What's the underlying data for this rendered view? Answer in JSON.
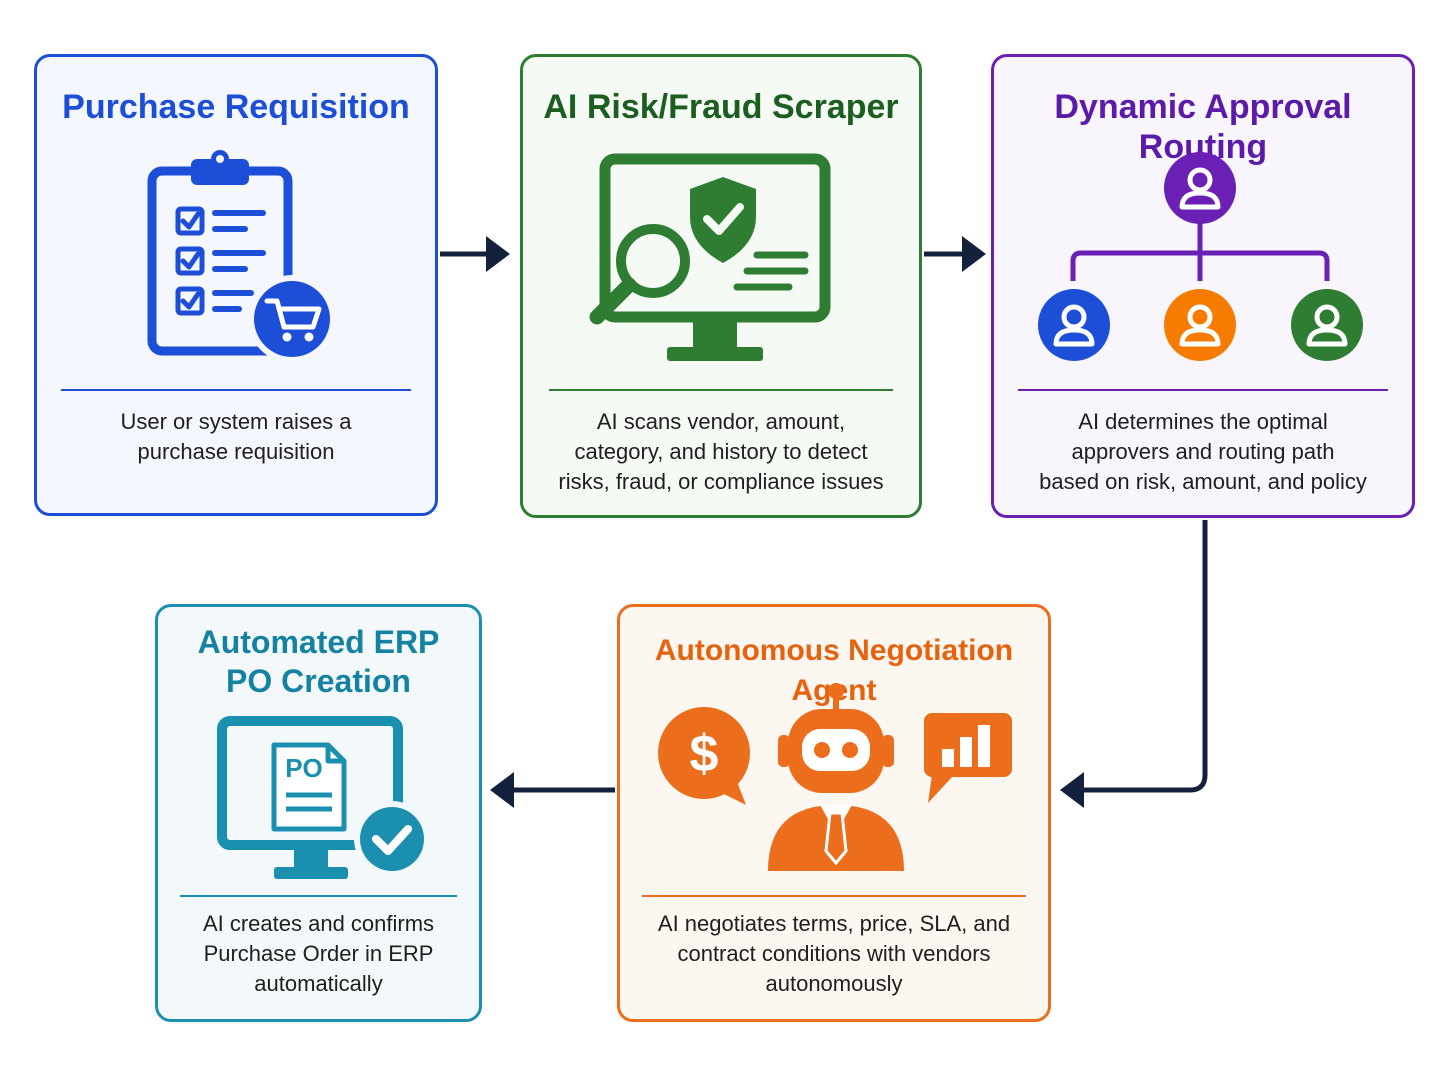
{
  "colors": {
    "blue": "#1d4ed8",
    "green": "#2e7d32",
    "purple": "#6a1fb5",
    "orange": "#ec6d1b",
    "teal": "#1b8fb0",
    "navy": "#14213d"
  },
  "steps": {
    "requisition": {
      "title": "Purchase Requisition",
      "icon": "clipboard-cart-icon",
      "desc": [
        "User or system raises a",
        "purchase requisition"
      ]
    },
    "risk": {
      "title": "AI Risk/Fraud Scraper",
      "icon": "monitor-magnifier-shield-icon",
      "desc": [
        "AI scans vendor, amount,",
        "category, and history to detect",
        "risks, fraud, or compliance issues"
      ]
    },
    "routing": {
      "title": "Dynamic Approval Routing",
      "icon": "approver-hierarchy-icon",
      "desc": [
        "AI determines the optimal",
        "approvers and routing path",
        "based on risk, amount, and policy"
      ]
    },
    "negotiation": {
      "title": "Autonomous Negotiation Agent",
      "icon": "robot-agent-icon",
      "desc": [
        "AI negotiates terms, price, SLA, and",
        "contract conditions with vendors",
        "autonomously"
      ]
    },
    "erp": {
      "title_lines": [
        "Automated ERP",
        "PO Creation"
      ],
      "icon": "po-monitor-check-icon",
      "po_label": "PO",
      "desc": [
        "AI creates and confirms",
        "Purchase Order in ERP",
        "automatically"
      ]
    }
  },
  "icons": {
    "dollar_symbol": "$"
  }
}
